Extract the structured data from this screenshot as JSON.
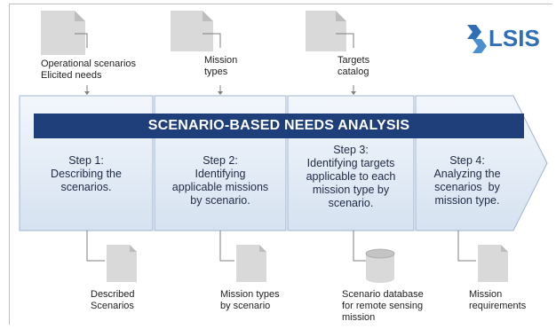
{
  "banner": {
    "title": "SCENARIO-BASED NEEDS ANALYSIS"
  },
  "logo": {
    "text": "LSIS"
  },
  "inputs": [
    {
      "text": "Operational scenarios\nElicited needs"
    },
    {
      "text": "Mission\ntypes"
    },
    {
      "text": "Targets\ncatalog"
    }
  ],
  "steps": [
    {
      "text": "Step 1:\nDescribing the\nscenarios."
    },
    {
      "text": "Step 2:\nIdentifying\napplicable missions\nby scenario."
    },
    {
      "text": "Step 3:\nIdentifying targets\napplicable to each\nmission type by\nscenario."
    },
    {
      "text": "Step 4:\nAnalyzing the\nscenarios  by\nmission type."
    }
  ],
  "outputs": [
    {
      "text": "Described\nScenarios"
    },
    {
      "text": "Mission types\nby scenario"
    },
    {
      "text": "Scenario database\nfor remote sensing\nmission"
    },
    {
      "text": "Mission\nrequirements"
    }
  ],
  "colors": {
    "banner": "#1f3f7a",
    "step_fill_top": "#f3f7fc",
    "step_fill_bottom": "#dbe6f3",
    "step_stroke": "#9fb4d0",
    "doc_fill": "#d9d9d9",
    "doc_fold": "#bdbdbd",
    "connector": "#7f7f7f",
    "logo": "#2f6fb5"
  },
  "icons": [
    "document-icon",
    "database-icon",
    "lsis-logo-icon",
    "arrow-down-icon"
  ]
}
